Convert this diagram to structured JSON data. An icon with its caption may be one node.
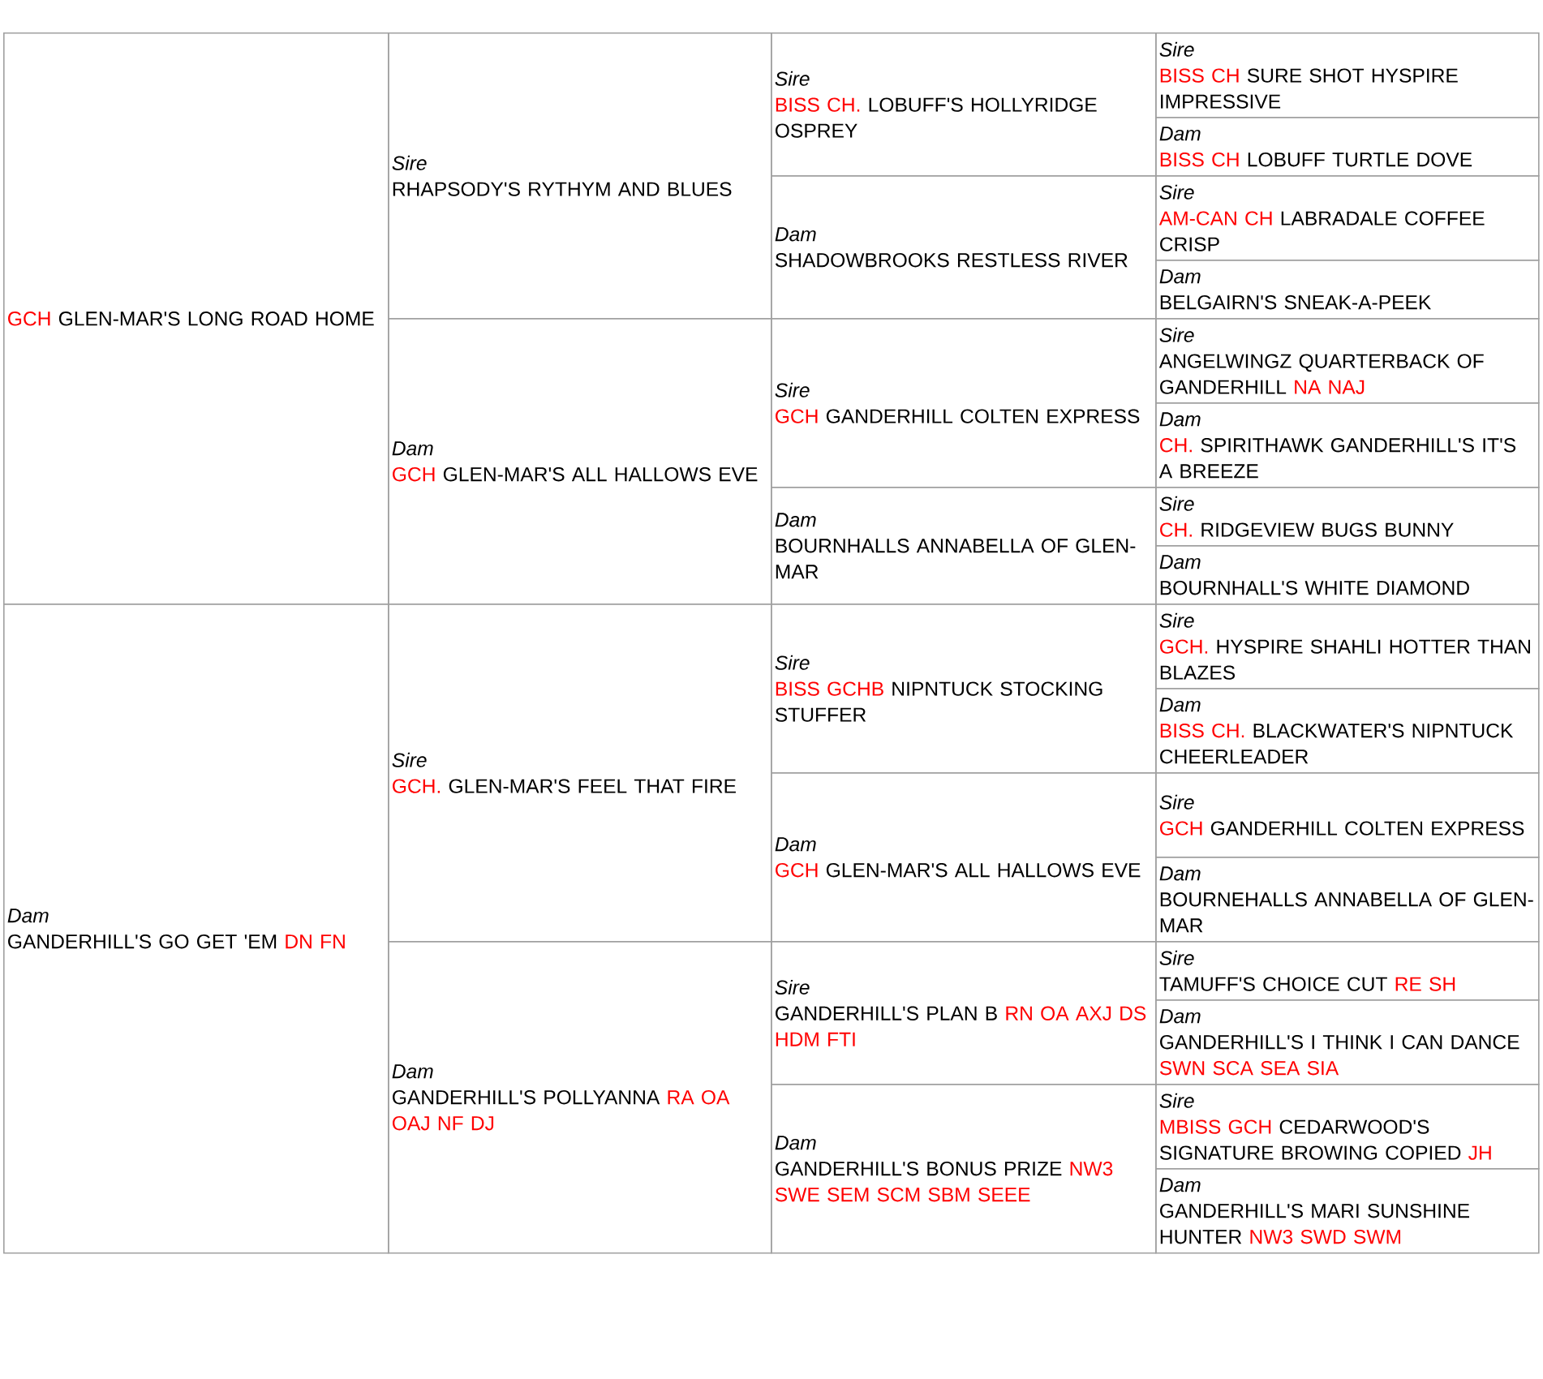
{
  "diagram": {
    "nodes": [
      {
        "text": [
          "GCH",
          "GLEN-MAR'S LONG ROAD HOME"
        ]
      },
      {
        "text": [
          "Sire",
          "RHAPSODY'S RYTHYM AND BLUES"
        ]
      },
      {
        "text": [
          "Sire",
          "BISS CH.",
          "LOBUFF'S HOLLYRIDGE OSPREY"
        ]
      },
      {
        "text": [
          "Sire",
          "BISS CH",
          "SURE SHOT HYSPIRE IMPRESSIVE"
        ]
      },
      {
        "text": [
          "Dam",
          "BISS CH",
          "LOBUFF TURTLE DOVE"
        ]
      },
      {
        "text": [
          "Dam",
          "SHADOWBROOKS RESTLESS RIVER"
        ]
      },
      {
        "text": [
          "Sire",
          "AM-CAN CH",
          "LABRADALE COFFEE CRISP"
        ]
      },
      {
        "text": [
          "Dam",
          "BELGAIRN'S SNEAK-A-PEEK"
        ]
      },
      {
        "text": [
          "Dam",
          "GCH",
          "GLEN-MAR'S ALL HALLOWS EVE"
        ]
      },
      {
        "text": [
          "Sire",
          "GCH",
          "GANDERHILL COLTEN EXPRESS"
        ]
      },
      {
        "text": [
          "Sire",
          "ANGELWINGZ QUARTERBACK OF GANDERHILL",
          "NA NAJ"
        ]
      },
      {
        "text": [
          "Dam",
          "CH.",
          "SPIRITHAWK GANDERHILL'S IT'S A BREEZE"
        ]
      },
      {
        "text": [
          "Dam",
          "BOURNHALLS ANNABELLA OF GLEN-MAR"
        ]
      },
      {
        "text": [
          "Sire",
          "CH.",
          "RIDGEVIEW BUGS BUNNY"
        ]
      },
      {
        "text": [
          "Dam",
          "BOURNHALL'S WHITE DIAMOND"
        ]
      },
      {
        "text": [
          "Dam",
          "GANDERHILL'S GO GET 'EM",
          "DN FN"
        ]
      },
      {
        "text": [
          "Sire",
          "GCH.",
          "GLEN-MAR'S FEEL THAT FIRE"
        ]
      },
      {
        "text": [
          "Sire",
          "BISS GCHB",
          "NIPNTUCK STOCKING STUFFER"
        ]
      },
      {
        "text": [
          "Sire",
          "GCH.",
          "HYSPIRE SHAHLI HOTTER THAN BLAZES"
        ]
      },
      {
        "text": [
          "Dam",
          "BISS CH.",
          "BLACKWATER'S NIPNTUCK CHEERLEADER"
        ]
      },
      {
        "text": [
          "Dam",
          "GCH",
          "GLEN-MAR'S ALL HALLOWS EVE"
        ]
      },
      {
        "text": [
          "Sire",
          "GCH",
          "GANDERHILL COLTEN EXPRESS"
        ]
      },
      {
        "text": [
          "Dam",
          "BOURNEHALLS ANNABELLA OF GLEN-MAR"
        ]
      },
      {
        "text": [
          "Dam",
          "GANDERHILL'S POLLYANNA",
          "RA OA OAJ NF DJ"
        ]
      },
      {
        "text": [
          "Sire",
          "GANDERHILL'S PLAN B",
          "RN OA AXJ DS HDM FTI"
        ]
      },
      {
        "text": [
          "Sire",
          "TAMUFF'S CHOICE CUT",
          "RE SH"
        ]
      },
      {
        "text": [
          "Dam",
          "GANDERHILL'S I THINK I CAN DANCE",
          "SWN SCA SEA SIA"
        ]
      },
      {
        "text": [
          "Dam",
          "GANDERHILL'S BONUS PRIZE",
          "NW3 SWE SEM SCM SBM SEEE"
        ]
      },
      {
        "text": [
          "Sire",
          "MBISS GCH",
          "CEDARWOOD'S SIGNATURE BROWING COPIED",
          "JH"
        ]
      },
      {
        "text": [
          "Dam",
          "GANDERHILL'S MARI SUNSHINE HUNTER",
          "NW3 SWD SWM"
        ]
      }
    ]
  }
}
